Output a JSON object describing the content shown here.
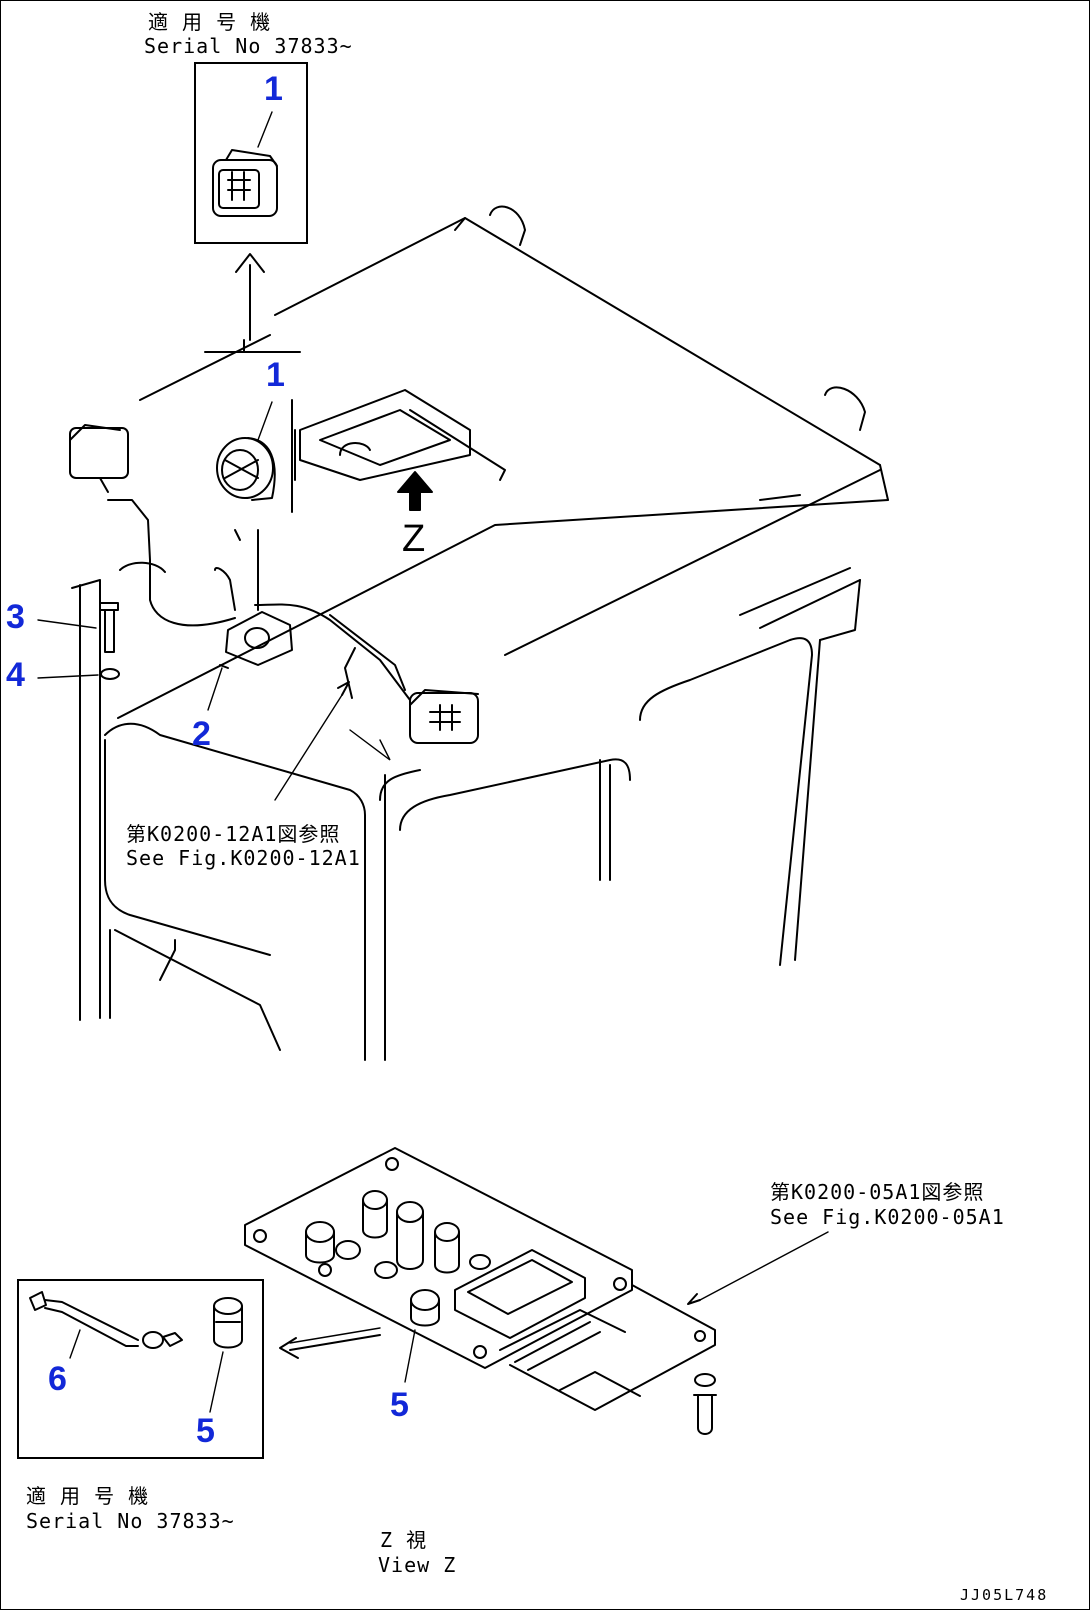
{
  "notes": {
    "serial_top_jp": "適 用 号 機",
    "serial_top_en": "Serial No 37833~",
    "see_fig_1_jp": "第K0200-12A1図参照",
    "see_fig_1_en": "See Fig.K0200-12A1",
    "see_fig_2_jp": "第K0200-05A1図参照",
    "see_fig_2_en": "See Fig.K0200-05A1",
    "serial_bottom_jp": "適 用 号 機",
    "serial_bottom_en": "Serial No 37833~",
    "view_z_jp": "Z  視",
    "view_z_en": "View Z",
    "view_letter": "Z"
  },
  "callouts": [
    "1",
    "1",
    "2",
    "3",
    "4",
    "5",
    "5",
    "6"
  ],
  "drawing_code": "JJ05L748",
  "callout_color": "#1228d8"
}
